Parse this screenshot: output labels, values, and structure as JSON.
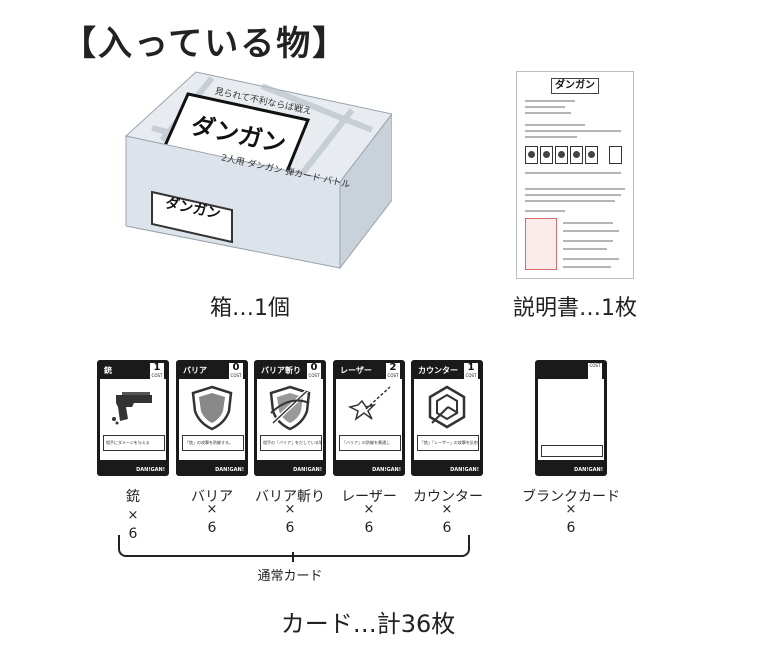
{
  "title": "【入っている物】",
  "box": {
    "logo": "ダンガン",
    "tagline": "見られて不利ならば戦え",
    "subtitle": "2人用 ダンガン 弾カード バトル",
    "side_logo": "ダンガン",
    "caption": "箱…1個"
  },
  "manual": {
    "logo": "ダンガン",
    "caption": "説明書…1枚"
  },
  "cards": [
    {
      "name": "銃",
      "cost": "1",
      "cost_label": "COST",
      "text": "相手にダメージを与える",
      "footer": "DAN!GAN!",
      "label": "銃",
      "times": "×",
      "count": "6"
    },
    {
      "name": "バリア",
      "cost": "0",
      "cost_label": "COST",
      "text": "「銃」の攻撃を防御する。",
      "footer": "DAN!GAN!",
      "label": "バリア",
      "times": "×",
      "count": "6"
    },
    {
      "name": "バリア斬り",
      "cost": "0",
      "cost_label": "COST",
      "text": "相手の「バリア」をだしている場合",
      "footer": "DAN!GAN!",
      "label": "バリア斬り",
      "times": "×",
      "count": "6"
    },
    {
      "name": "レーザー",
      "cost": "2",
      "cost_label": "COST",
      "text": "「バリア」の防御を貫通し",
      "footer": "DAN!GAN!",
      "label": "レーザー",
      "times": "×",
      "count": "6"
    },
    {
      "name": "カウンター",
      "cost": "1",
      "cost_label": "COST",
      "text": "「銃」「レーザー」の攻撃を反射",
      "footer": "DAN!GAN!",
      "label": "カウンター",
      "times": "×",
      "count": "6"
    }
  ],
  "blank_card": {
    "cost_label": "COST",
    "footer": "DAN!GAN!",
    "label": "ブランクカード",
    "times": "×",
    "count": "6"
  },
  "normal_cards_label": "通常カード",
  "total": "カード…計36枚"
}
